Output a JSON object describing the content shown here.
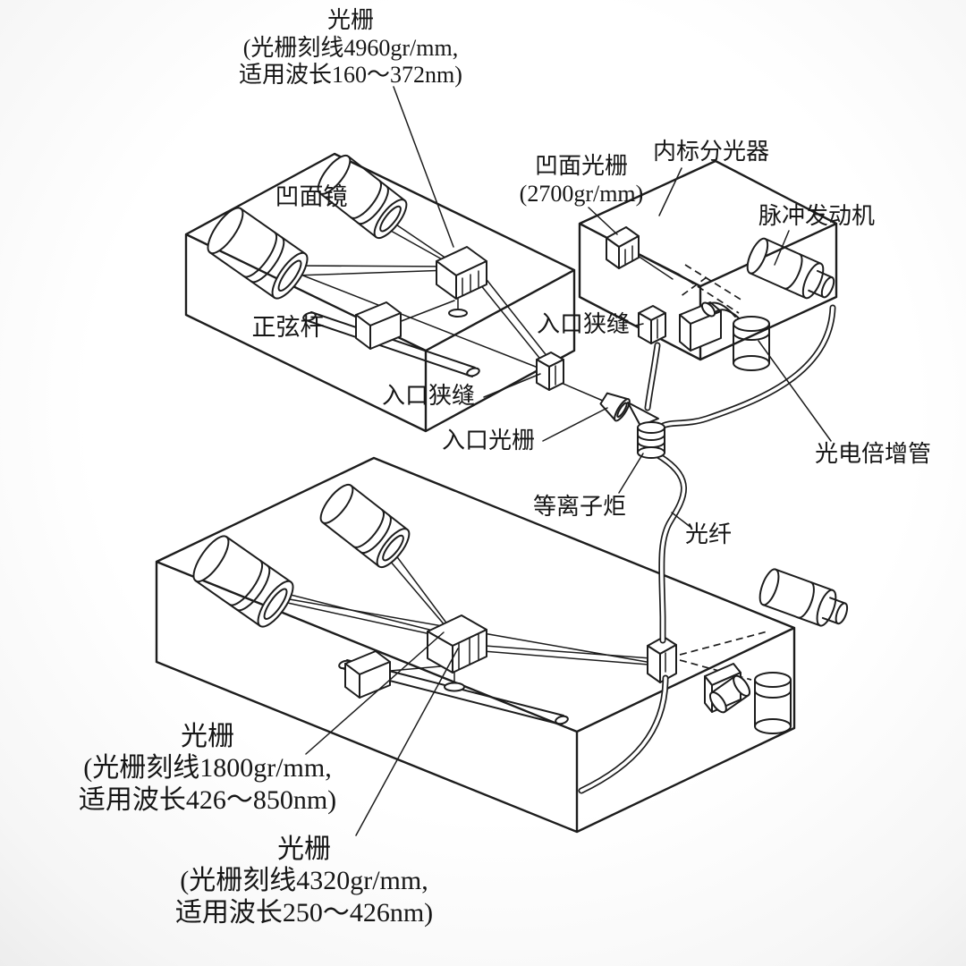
{
  "figure": {
    "type": "isometric line diagram of an ICP echelle spectrometer system",
    "background": "#ffffff",
    "line_color": "#1d1d1d",
    "text_color": "#161616"
  },
  "labels": {
    "grating_top": {
      "name": "光栅",
      "detail1": "(光栅刻线4960gr/mm,",
      "detail2": "适用波长160～372nm)"
    },
    "concave_mirror": {
      "name": "凹面镜"
    },
    "concave_grating": {
      "name": "凹面光栅",
      "detail1": "(2700gr/mm)"
    },
    "internal_standard_spectrometer": {
      "name": "内标分光器"
    },
    "pulse_motor": {
      "name": "脉冲发动机"
    },
    "sine_bar": {
      "name": "正弦杆"
    },
    "entrance_slit_upper": {
      "name": "入口狭缝"
    },
    "entrance_slit_main": {
      "name": "入口狭缝"
    },
    "entrance_grating": {
      "name": "入口光栅"
    },
    "plasma_torch": {
      "name": "等离子炬"
    },
    "optical_fiber": {
      "name": "光纤"
    },
    "photomultiplier_tube": {
      "name": "光电倍增管"
    },
    "grating_lower_first": {
      "name": "光栅",
      "detail1": "(光栅刻线1800gr/mm,",
      "detail2": "适用波长426～850nm)"
    },
    "grating_lower_second": {
      "name": "光栅",
      "detail1": "(光栅刻线4320gr/mm,",
      "detail2": "适用波长250～426nm)"
    }
  }
}
